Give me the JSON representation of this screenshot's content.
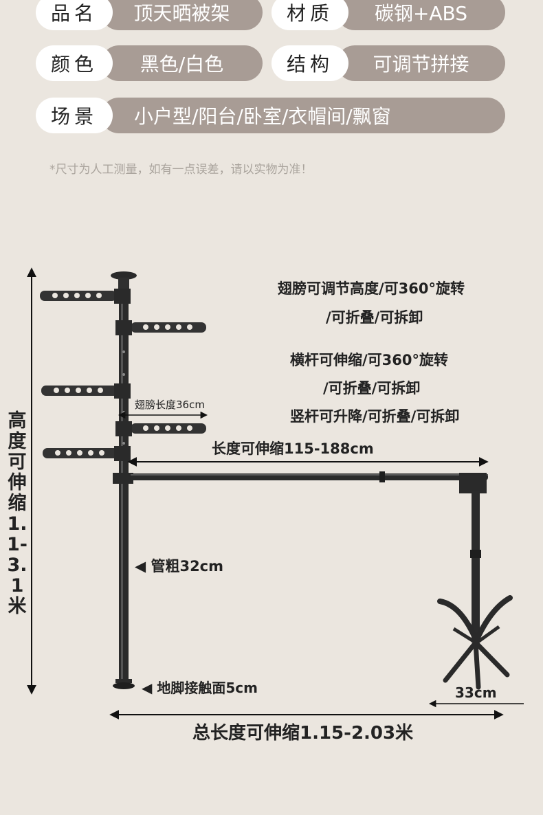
{
  "specs": [
    {
      "label": "品名",
      "value": "顶天晒被架"
    },
    {
      "label": "材质",
      "value": "碳钢+ABS"
    },
    {
      "label": "颜色",
      "value": "黑色/白色"
    },
    {
      "label": "结构",
      "value": "可调节拼接"
    },
    {
      "label": "场景",
      "value": "小户型/阳台/卧室/衣帽间/飘窗"
    }
  ],
  "note": "*尺寸为人工测量，如有一点误差，请以实物为准！",
  "features": {
    "wing_line1": "翅膀可调节高度/可360°旋转",
    "wing_line2": "/可折叠/可拆卸",
    "bar_line1": "横杆可伸缩/可360°旋转",
    "bar_line2": "/可折叠/可拆卸",
    "pole_line": "竖杆可升降/可折叠/可拆卸"
  },
  "dimensions": {
    "wing_length": "翅膀长度36cm",
    "bar_length": "长度可伸缩115-188cm",
    "height": "高度可伸缩1.1-3.1米",
    "tube": "◀ 管粗32cm",
    "foot": "◀ 地脚接触面5cm",
    "tripod": "33cm",
    "total_length": "总长度可伸缩1.15-2.03米"
  }
}
